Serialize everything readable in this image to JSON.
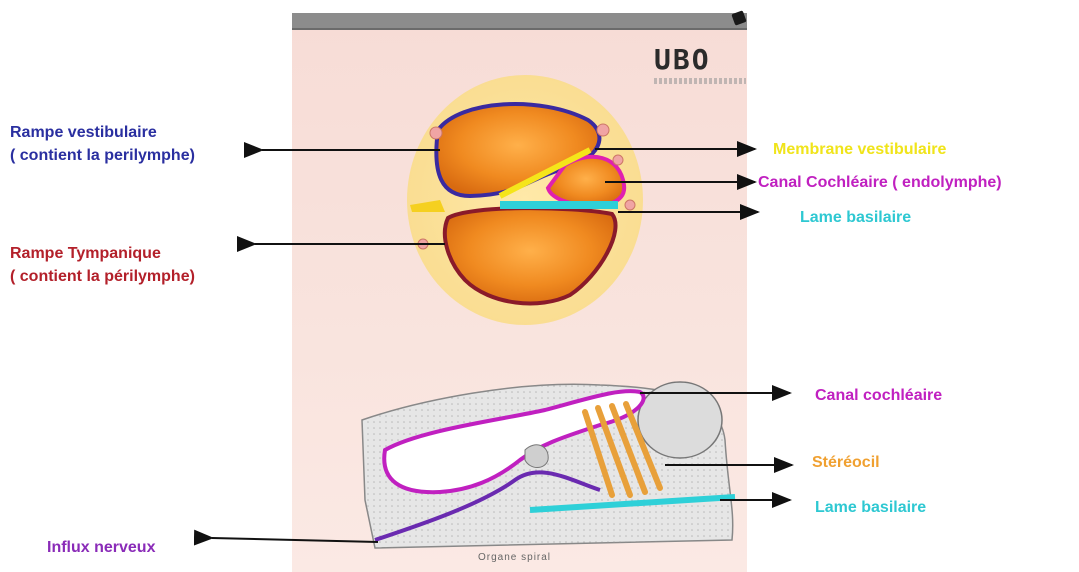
{
  "logo": {
    "text": "UBO"
  },
  "labels": {
    "rampe_vestibulaire_1": "Rampe vestibulaire",
    "rampe_vestibulaire_2": "( contient la perilymphe)",
    "membrane_vestibulaire": "Membrane vestibulaire",
    "canal_cochleaire_top": "Canal Cochléaire ( endolymphe)",
    "lame_basilaire_top": "Lame basilaire",
    "rampe_tympanique_1": "Rampe Tympanique",
    "rampe_tympanique_2": "( contient la périlymphe)",
    "canal_cochleaire_bottom": "Canal cochléaire",
    "stereocil": "Stéréocil",
    "lame_basilaire_bottom": "Lame basilaire",
    "influx_nerveux": "Influx nerveux"
  },
  "caption": "Organe spiral",
  "colors": {
    "blue": "#2a2fa0",
    "red": "#b3202a",
    "yellow": "#f0e41a",
    "magenta": "#c020c0",
    "cyan": "#2ec8d2",
    "orange": "#f0a030",
    "purple": "#8a2bb8"
  }
}
